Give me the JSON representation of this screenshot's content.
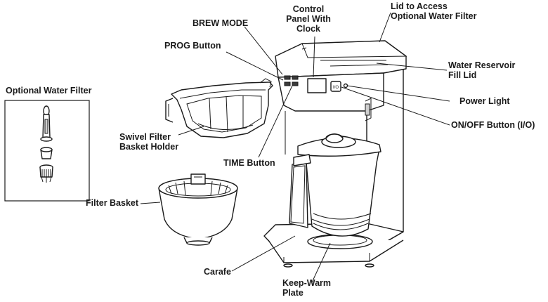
{
  "labels": {
    "optional_water_filter": "Optional Water Filter",
    "brew_mode": "BREW MODE",
    "control_panel": [
      "Control",
      "Panel With",
      "Clock"
    ],
    "lid_access": [
      "Lid to Access",
      "Optional Water Filter"
    ],
    "prog_button": "PROG Button",
    "water_reservoir": [
      "Water Reservoir",
      "Fill Lid"
    ],
    "power_light": "Power Light",
    "on_off_button": "ON/OFF Button (I/O)",
    "swivel_filter": [
      "Swivel Filter",
      "Basket Holder"
    ],
    "time_button": "TIME Button",
    "filter_basket": "Filter Basket",
    "carafe": "Carafe",
    "keep_warm": [
      "Keep-Warm",
      "Plate"
    ]
  },
  "panel_text": {
    "on_off_glyph": "I/O"
  }
}
